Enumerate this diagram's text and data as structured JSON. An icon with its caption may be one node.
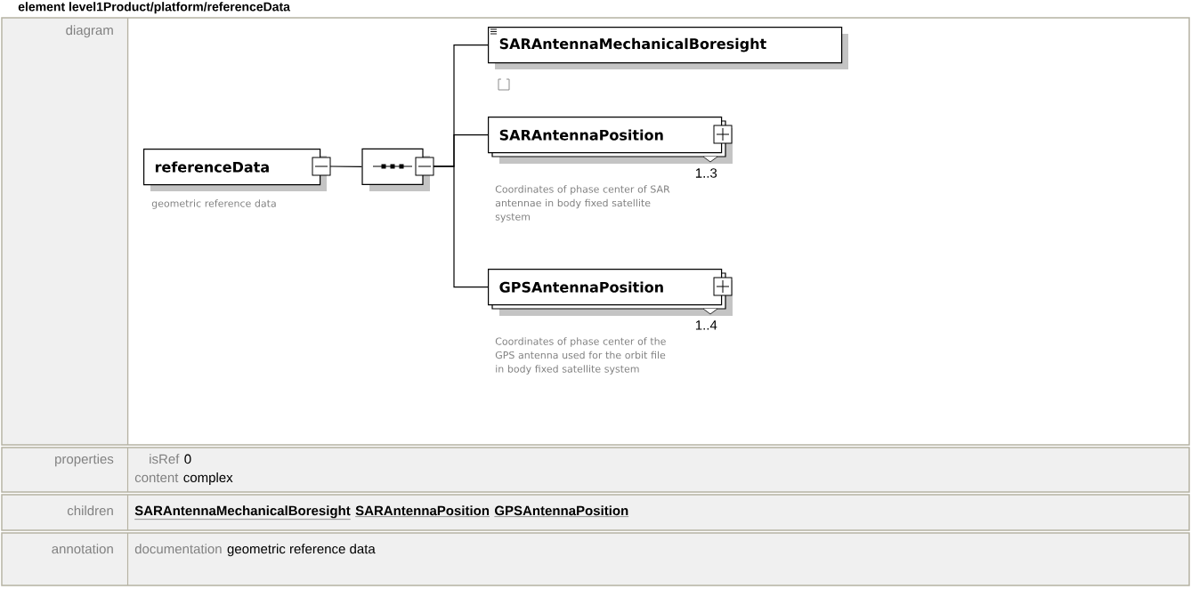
{
  "diagram": {
    "title": "element level1Product/platform/referenceData",
    "nodes": [
      {
        "text": [
          "referenceData"
        ],
        "beside": [
          "geometric reference data"
        ]
      },
      {
        "text": [],
        "shape": "octagon"
      },
      {
        "text": [
          "SARAntennaMechanicalBoresight"
        ]
      },
      {
        "text": [
          "SARAntennaPosition"
        ],
        "beside": [
          "1..3",
          "Coordinates of phase center of SAR antennae in body fixed satellite system"
        ]
      },
      {
        "text": [
          "GPSAntennaPosition"
        ],
        "beside": [
          "1..4",
          "Coordinates of phase center of the GPS antenna used for the orbit file in body fixed satellite system"
        ]
      }
    ],
    "edges": [
      {
        "from": 0,
        "to": 1,
        "arrow": "none"
      },
      {
        "from": 1,
        "to": 2,
        "arrow": "none"
      },
      {
        "from": 1,
        "to": 3,
        "arrow": "none"
      },
      {
        "from": 1,
        "to": 4,
        "arrow": "none"
      }
    ],
    "labels": [
      "diagram",
      "properties",
      "isRef",
      "0",
      "content",
      "complex",
      "children",
      "SARAntennaMechanicalBoresight",
      "SARAntennaPosition",
      "GPSAntennaPosition",
      "annotation",
      "documentation",
      "geometric reference data"
    ]
  }
}
